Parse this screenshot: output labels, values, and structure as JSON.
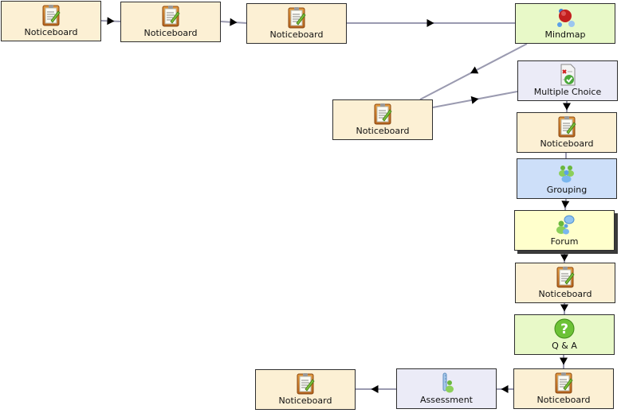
{
  "colors": {
    "noticeboard": "#fcf0d4",
    "mindmap": "#e8f9c8",
    "multiple_choice": "#ebebf7",
    "grouping": "#cddff9",
    "forum": "#ffffcc",
    "qa": "#e8f9c8",
    "assessment": "#ebebf7",
    "connector": "#9a9ab0"
  },
  "activities": {
    "noticeboard_1": {
      "label": "Noticeboard",
      "icon": "noticeboard-icon"
    },
    "noticeboard_2": {
      "label": "Noticeboard",
      "icon": "noticeboard-icon"
    },
    "noticeboard_3": {
      "label": "Noticeboard",
      "icon": "noticeboard-icon"
    },
    "mindmap": {
      "label": "Mindmap",
      "icon": "mindmap-icon"
    },
    "noticeboard_4": {
      "label": "Noticeboard",
      "icon": "noticeboard-icon"
    },
    "multiple_choice": {
      "label": "Multiple Choice",
      "icon": "multiple-choice-icon"
    },
    "noticeboard_5": {
      "label": "Noticeboard",
      "icon": "noticeboard-icon"
    },
    "grouping": {
      "label": "Grouping",
      "icon": "grouping-icon"
    },
    "forum": {
      "label": "Forum",
      "icon": "forum-icon"
    },
    "noticeboard_6": {
      "label": "Noticeboard",
      "icon": "noticeboard-icon"
    },
    "qa": {
      "label": "Q & A",
      "icon": "question-icon"
    },
    "noticeboard_7": {
      "label": "Noticeboard",
      "icon": "noticeboard-icon"
    },
    "assessment": {
      "label": "Assessment",
      "icon": "assessment-icon"
    },
    "noticeboard_8": {
      "label": "Noticeboard",
      "icon": "noticeboard-icon"
    }
  },
  "transitions": [
    [
      "noticeboard_1",
      "noticeboard_2"
    ],
    [
      "noticeboard_2",
      "noticeboard_3"
    ],
    [
      "noticeboard_3",
      "mindmap"
    ],
    [
      "mindmap",
      "noticeboard_4"
    ],
    [
      "noticeboard_4",
      "multiple_choice"
    ],
    [
      "multiple_choice",
      "noticeboard_5"
    ],
    [
      "noticeboard_5",
      "grouping"
    ],
    [
      "grouping",
      "forum"
    ],
    [
      "forum",
      "noticeboard_6"
    ],
    [
      "noticeboard_6",
      "qa"
    ],
    [
      "qa",
      "noticeboard_7"
    ],
    [
      "noticeboard_7",
      "assessment"
    ],
    [
      "assessment",
      "noticeboard_8"
    ]
  ]
}
